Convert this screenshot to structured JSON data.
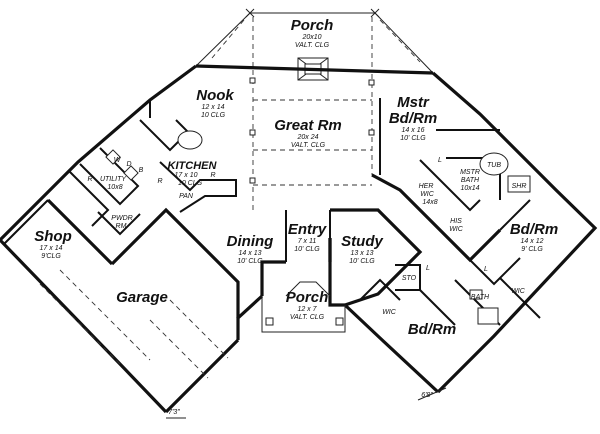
{
  "rooms": {
    "porch_rear": {
      "name": "Porch",
      "dims": "20x10",
      "clg": "VALT. CLG"
    },
    "nook": {
      "name": "Nook",
      "dims": "12 x 14",
      "clg": "10 CLG"
    },
    "great_rm": {
      "name": "Great Rm",
      "dims": "20x 24",
      "clg": "VALT. CLG"
    },
    "mstr_bdrm": {
      "name_line1": "Mstr",
      "name_line2": "Bd/Rm",
      "dims": "14 x 16",
      "clg": "10' CLG"
    },
    "kitchen": {
      "name": "KITCHEN",
      "dims": "17 x 10",
      "clg": "10 CLG",
      "r": "R"
    },
    "utility": {
      "name": "UTILITY",
      "dims": "10x8"
    },
    "pan": {
      "name": "PAN"
    },
    "tub": {
      "name": "TUB"
    },
    "mstr_bath": {
      "name_line1": "MSTR",
      "name_line2": "BATH",
      "dims": "10x14"
    },
    "shr": {
      "name": "SHR"
    },
    "her_wic": {
      "name_line1": "HER",
      "name_line2": "WIC",
      "dims": "14x8"
    },
    "his_wic": {
      "name_line1": "HIS",
      "name_line2": "WIC"
    },
    "shop": {
      "name": "Shop",
      "dims": "17 x 14",
      "clg": "9'CLG"
    },
    "pwdr_rm": {
      "name_line1": "PWDR",
      "name_line2": "RM"
    },
    "bdrm_right": {
      "name": "Bd/Rm",
      "dims": "14 x 12",
      "clg": "9' CLG"
    },
    "dining": {
      "name": "Dining",
      "dims": "14 x 13",
      "clg": "10' CLG"
    },
    "entry": {
      "name": "Entry",
      "dims": "7 x 11",
      "clg": "10' CLG"
    },
    "study": {
      "name": "Study",
      "dims": "13 x 13",
      "clg": "10' CLG"
    },
    "sto": {
      "name": "STO"
    },
    "bath": {
      "name": "BATH"
    },
    "wic_right": {
      "name": "WIC"
    },
    "garage": {
      "name": "Garage"
    },
    "porch_front": {
      "name": "Porch",
      "dims": "12 x 7",
      "clg": "VALT. CLG"
    },
    "wic_bottom": {
      "name": "WIC"
    },
    "bdrm_bottom": {
      "name": "Bd/Rm"
    }
  },
  "marks": {
    "closet_l": "L",
    "kitchen_b": "B",
    "kitchen_r": "R",
    "util_r": "R",
    "util_w": "W",
    "util_d": "D",
    "dim_garage": "7'3\"",
    "dim_bdrm": "6'8\""
  }
}
